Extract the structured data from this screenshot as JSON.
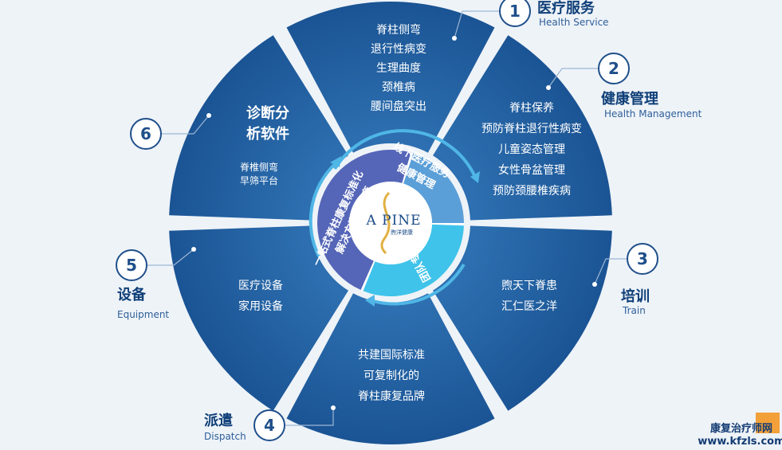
{
  "services": [
    {
      "num": "1",
      "title_cn": "医疗服务",
      "title_en": "Health Service",
      "lines": [
        "脊柱侧弯",
        "退行性病变",
        "生理曲度",
        "颈椎病",
        "腰间盘突出"
      ]
    },
    {
      "num": "2",
      "title_cn": "健康管理",
      "title_en": "Health Management",
      "lines": [
        "脊柱保养",
        "预防脊柱退行性病变",
        "儿童姿态管理",
        "女性骨盆管理",
        "预防颈腰椎疾病"
      ]
    },
    {
      "num": "3",
      "title_cn": "培训",
      "title_en": "Train",
      "lines": [
        "煦天下脊患",
        "汇仁医之洋"
      ]
    },
    {
      "num": "4",
      "title_cn": "派遣",
      "title_en": "Dispatch",
      "lines": [
        "共建国际标准",
        "可复制化的",
        "脊柱康复品牌"
      ]
    },
    {
      "num": "5",
      "title_cn": "设备",
      "title_en": "Equipment",
      "lines": [
        "医疗设备",
        "家用设备"
      ]
    },
    {
      "num": "6",
      "title_big": [
        "诊断分",
        "析软件"
      ],
      "lines": [
        "脊椎侧弯",
        "早筛平台"
      ]
    }
  ],
  "inner": {
    "offline": [
      "线下医疗服务",
      "健康管理"
    ],
    "team": [
      "团队专家"
    ],
    "standard": [
      "一站式脊柱康复标准化",
      "解决方案服务商"
    ]
  },
  "logo": {
    "name": "A PINE",
    "sub": "煦洋健康"
  },
  "watermark": {
    "cn": "康复治疗师网",
    "url": "www.kfzls.com"
  },
  "colors": {
    "segment": "#1c5a99",
    "inner_light": "#5b9fd8",
    "inner_cyan": "#3fc3ea",
    "inner_purple": "#5566b8",
    "number_ring": "#1f4f8a"
  }
}
